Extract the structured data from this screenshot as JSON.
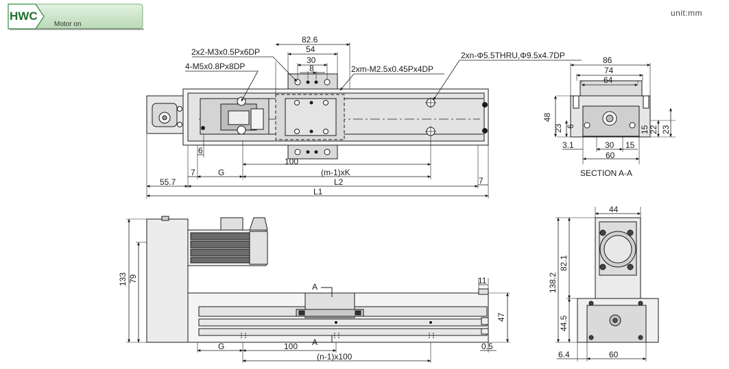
{
  "header": {
    "tag": "HWC",
    "subtitle": "Motor on",
    "unit": "unit:mm",
    "tag_color": "#2f8a3e",
    "panel_color": "#c9e4c7"
  },
  "callouts": {
    "tap_m3": "2x2-M3x0.5Px6DP",
    "tap_m5": "4-M5x0.8Px8DP",
    "tap_m25": "2xm-M2.5x0.45Px4DP",
    "thru_holes": "2xn-Φ5.5THRU,Φ9.5x4.7DP",
    "section_title": "SECTION A-A",
    "section_marker": "A"
  },
  "top_view": {
    "d_82_6": "82.6",
    "d_54": "54",
    "d_30": "30",
    "d_8": "8",
    "d_6": "6",
    "d_100": "100",
    "d_7_left": "7",
    "d_g": "G",
    "d_mk": "(m-1)xK",
    "d_55_7": "55.7",
    "d_l2": "L2",
    "d_7_right": "7",
    "d_l1": "L1"
  },
  "section_view": {
    "d_86": "86",
    "d_74": "74",
    "d_64": "64",
    "d_48": "48",
    "d_6": "6",
    "d_23_left": "23",
    "d_15_a": "15",
    "d_22": "22",
    "d_23_right": "23",
    "d_3_1": "3.1",
    "d_30": "30",
    "d_15_b": "15",
    "d_60": "60"
  },
  "side_view": {
    "d_133": "133",
    "d_79": "79",
    "d_11": "11",
    "d_47": "47",
    "d_0_5": "0.5",
    "d_g": "G",
    "d_100": "100",
    "d_n100": "(n-1)x100"
  },
  "end_view": {
    "d_44": "44",
    "d_138_2": "138.2",
    "d_82_1": "82.1",
    "d_44_5": "44.5",
    "d_6_4": "6.4",
    "d_60": "60"
  }
}
